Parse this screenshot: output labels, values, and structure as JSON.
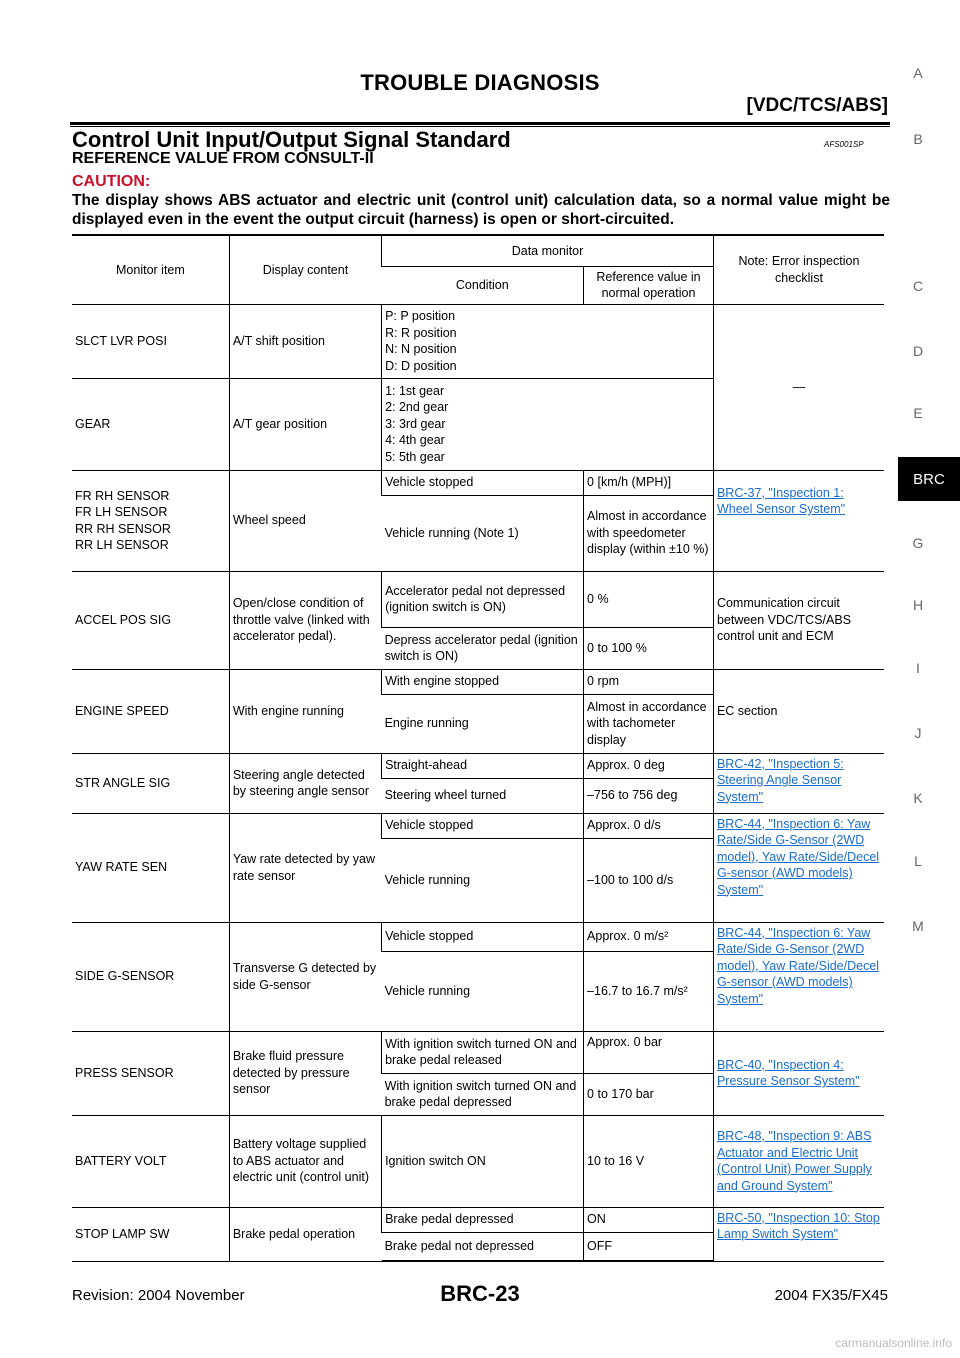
{
  "header": {
    "title": "TROUBLE DIAGNOSIS",
    "subtitle": "[VDC/TCS/ABS]"
  },
  "section": {
    "title": "Control Unit Input/Output Signal Standard",
    "code": "AFS001SP",
    "subtitle": "REFERENCE VALUE FROM CONSULT-II",
    "caution_label": "CAUTION:",
    "caution_text": "The display shows ABS actuator and electric unit (control unit) calculation data, so a normal value might be displayed even in the event the output circuit (harness) is open or short-circuited."
  },
  "side_index": {
    "letters": [
      "A",
      "B",
      "C",
      "D",
      "E",
      "G",
      "H",
      "I",
      "J",
      "K",
      "L",
      "M"
    ],
    "active_tab": "BRC"
  },
  "table": {
    "headers": {
      "monitor_item": "Monitor item",
      "display_content": "Display content",
      "data_monitor": "Data monitor",
      "condition": "Condition",
      "reference_value": "Reference value in normal operation",
      "note": "Note: Error inspection checklist"
    },
    "slct_lvr": {
      "item": "SLCT LVR POSI",
      "content": "A/T shift position",
      "values": [
        "P: P position",
        "R: R position",
        "N: N position",
        "D: D position"
      ]
    },
    "gear": {
      "item": "GEAR",
      "content": "A/T gear position",
      "values": [
        "1: 1st gear",
        "2: 2nd gear",
        "3: 3rd gear",
        "4: 4th gear",
        "5: 5th gear"
      ]
    },
    "dash_note": "—",
    "wheel": {
      "items": [
        "FR RH SENSOR",
        "FR LH SENSOR",
        "RR RH SENSOR",
        "RR LH SENSOR"
      ],
      "content": "Wheel speed",
      "cond1": "Vehicle stopped",
      "ref1": "0 [km/h (MPH)]",
      "cond2": "Vehicle running (Note 1)",
      "ref2": "Almost in accordance with speedometer display (within ±10 %)",
      "note": "BRC-37, \"Inspection 1: Wheel Sensor System\""
    },
    "accel": {
      "item": "ACCEL POS SIG",
      "content": "Open/close condition of throttle valve (linked with accelerator pedal).",
      "cond1": "Accelerator pedal not depressed (ignition switch is ON)",
      "ref1": "0 %",
      "cond2": "Depress accelerator pedal (ignition switch is ON)",
      "ref2": "0 to 100 %",
      "note": "Communication circuit between VDC/TCS/ABS control unit and ECM"
    },
    "engine": {
      "item": "ENGINE SPEED",
      "content": "With engine running",
      "cond1": "With engine stopped",
      "ref1": "0 rpm",
      "cond2": "Engine running",
      "ref2": "Almost in accordance with tachometer display",
      "note": "EC section"
    },
    "str": {
      "item": "STR ANGLE SIG",
      "content": "Steering angle detected by steering angle sensor",
      "cond1": "Straight-ahead",
      "ref1": "Approx. 0 deg",
      "cond2": "Steering wheel turned",
      "ref2": "–756 to 756 deg",
      "note": "BRC-42, \"Inspection 5: Steering Angle Sensor System\""
    },
    "yaw": {
      "item": "YAW RATE SEN",
      "content": "Yaw rate detected by yaw rate sensor",
      "cond1": "Vehicle stopped",
      "ref1": "Approx. 0 d/s",
      "cond2": "Vehicle running",
      "ref2": "–100 to 100 d/s",
      "note": "BRC-44, \"Inspection 6: Yaw Rate/Side G-Sensor (2WD model), Yaw Rate/Side/Decel G-sensor (AWD models) System\""
    },
    "sideg": {
      "item": "SIDE G-SENSOR",
      "content": "Transverse G detected by side G-sensor",
      "cond1": "Vehicle stopped",
      "ref1": "Approx. 0 m/s²",
      "cond2": "Vehicle running",
      "ref2": "–16.7 to 16.7 m/s²",
      "note": "BRC-44, \"Inspection 6: Yaw Rate/Side G-Sensor (2WD model), Yaw Rate/Side/Decel G-sensor (AWD models) System\""
    },
    "press": {
      "item": "PRESS SENSOR",
      "content": "Brake fluid pressure detected by pressure sensor",
      "cond1": "With ignition switch turned ON and brake pedal released",
      "ref1": "Approx. 0 bar",
      "cond2": "With ignition switch turned ON and brake pedal depressed",
      "ref2": "0 to 170 bar",
      "note": "BRC-40, \"Inspection 4: Pressure Sensor System\""
    },
    "battery": {
      "item": "BATTERY VOLT",
      "content": "Battery voltage supplied to ABS actuator and electric unit (control unit)",
      "cond": "Ignition switch ON",
      "ref": "10 to 16 V",
      "note": "BRC-48, \"Inspection 9: ABS Actuator and Electric Unit (Control Unit) Power Supply and Ground System\""
    },
    "stop": {
      "item": "STOP LAMP SW",
      "content": "Brake pedal operation",
      "cond1": "Brake pedal depressed",
      "ref1": "ON",
      "cond2": "Brake pedal not depressed",
      "ref2": "OFF",
      "note": "BRC-50, \"Inspection 10: Stop Lamp Switch System\""
    }
  },
  "footer": {
    "revision": "Revision: 2004 November",
    "page": "BRC-23",
    "model": "2004 FX35/FX45"
  },
  "watermark": "carmanualsonline.info",
  "colors": {
    "caution": "#c8142b",
    "link": "#1a6cd0",
    "tab_bg": "#000000"
  }
}
